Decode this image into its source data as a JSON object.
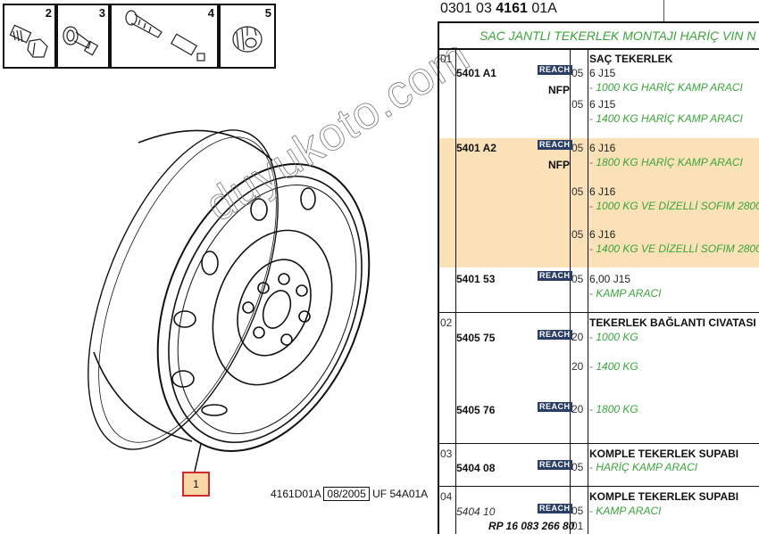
{
  "diagram": {
    "thumbnails": [
      {
        "number": "2",
        "name": "wheel-bolt"
      },
      {
        "number": "3",
        "name": "valve"
      },
      {
        "number": "4",
        "name": "valve-kit"
      },
      {
        "number": "5",
        "name": "nut-cap"
      }
    ],
    "callout_label": "1",
    "footer": {
      "drawing_code": "4161D01A",
      "date": "08/2005",
      "uf_code": "UF 54A01A"
    },
    "watermark": "duyukoto.com"
  },
  "table": {
    "reference": {
      "prefix": "0301 03 ",
      "bold": "4161",
      "suffix": " 01A"
    },
    "title": "SAC JANTLI TEKERLEK MONTAJI HARİÇ VIN N",
    "highlight_color": "#fbe1b8",
    "accent_green": "#3aa53a",
    "reach_badge_color": "#2a3d66",
    "groups": [
      {
        "item": "01",
        "heading": "SAÇ TEKERLEK",
        "parts": [
          {
            "part_no": "5401 A1",
            "badge": "REACH",
            "flag": "NFP",
            "lines": [
              {
                "qty": "05",
                "spec": "6 J15",
                "note": "1000 KG HARİÇ KAMP ARACI"
              },
              {
                "qty": "05",
                "spec": "6 J15",
                "note": "1400 KG HARİÇ KAMP ARACI"
              }
            ]
          },
          {
            "part_no": "5401 A2",
            "badge": "REACH",
            "flag": "NFP",
            "highlighted": true,
            "lines": [
              {
                "qty": "05",
                "spec": "6 J16",
                "note": "1800 KG HARİÇ KAMP ARACI"
              },
              {
                "qty": "05",
                "spec": "6 J16",
                "note": "1000 KG VE DİZELLİ SOFIM 2800 ."
              },
              {
                "qty": "05",
                "spec": "6 J16",
                "note": "1400 KG VE DİZELLİ SOFIM 2800 ."
              }
            ]
          },
          {
            "part_no": "5401 53",
            "badge": "REACH",
            "lines": [
              {
                "qty": "05",
                "spec": "6,00 J15",
                "note": "KAMP ARACI"
              }
            ]
          }
        ]
      },
      {
        "item": "02",
        "heading": "TEKERLEK BAĞLANTI CIVATASI",
        "parts": [
          {
            "part_no": "5405 75",
            "badge": "REACH",
            "lines": [
              {
                "qty": "20",
                "note": "1000 KG"
              },
              {
                "qty": "20",
                "note": "1400 KG"
              }
            ]
          },
          {
            "part_no": "5405 76",
            "badge": "REACH",
            "lines": [
              {
                "qty": "20",
                "note": "1800 KG"
              }
            ]
          }
        ]
      },
      {
        "item": "03",
        "heading": "KOMPLE TEKERLEK SUPABI",
        "parts": [
          {
            "part_no": "5404 08",
            "badge": "REACH",
            "lines": [
              {
                "qty": "05",
                "note": "HARİÇ KAMP ARACI"
              }
            ]
          }
        ]
      },
      {
        "item": "04",
        "heading": "KOMPLE TEKERLEK SUPABI",
        "parts": [
          {
            "part_no": "5404 10",
            "badge": "REACH",
            "alt_ref": "RP 16 083 266 80",
            "alt_qty": "01",
            "lines": [
              {
                "qty": "05",
                "note": "KAMP ARACI"
              }
            ]
          }
        ]
      }
    ]
  }
}
